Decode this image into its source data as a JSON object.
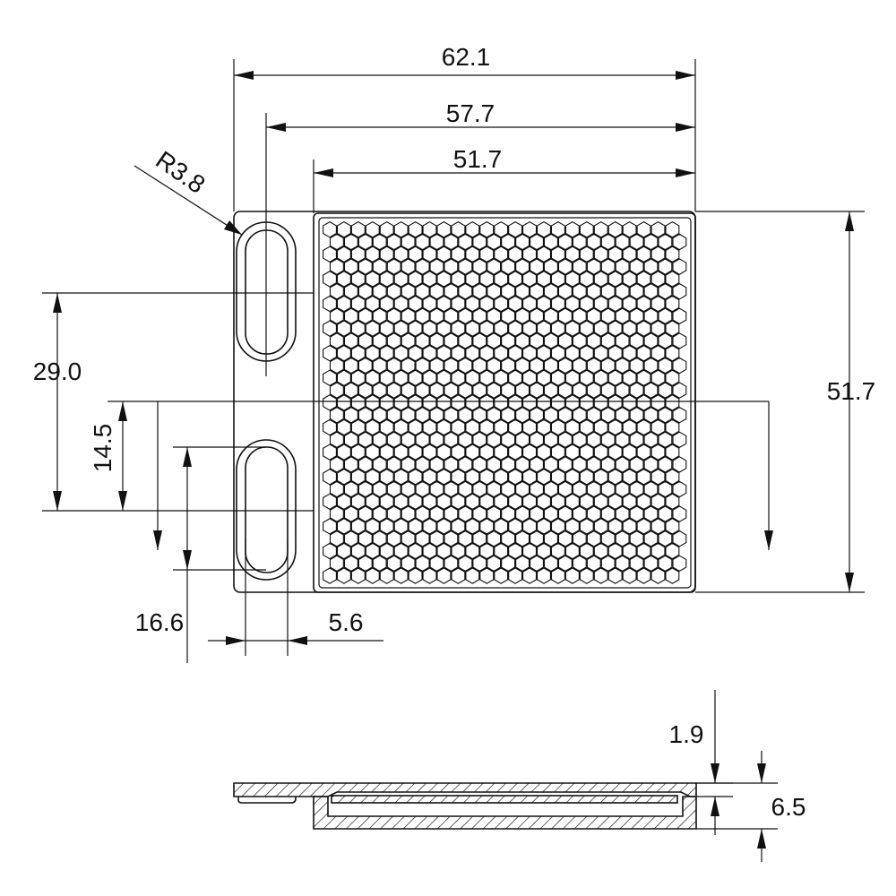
{
  "colors": {
    "line": "#111111",
    "background": "#ffffff"
  },
  "dimensions": {
    "overall_width": "62.1",
    "slot_to_edge_width": "57.7",
    "reflector_width": "51.7",
    "slot_radius": "R3.8",
    "slot_spacing": "29.0",
    "slot_center_offset": "14.5",
    "reflector_height": "51.7",
    "slot_length": "16.6",
    "slot_width": "5.6",
    "flange_thickness": "1.9",
    "total_thickness": "6.5"
  }
}
